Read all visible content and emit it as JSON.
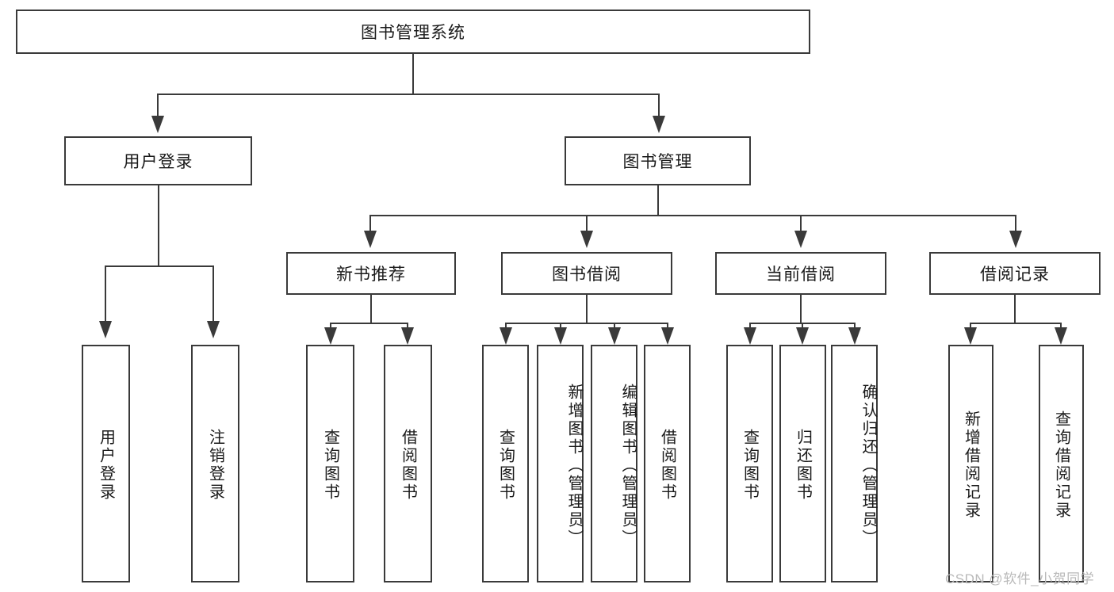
{
  "diagram": {
    "type": "tree-hierarchy",
    "title": "图书管理系统",
    "root": {
      "label": "图书管理系统"
    },
    "level1": [
      {
        "label": "用户登录"
      },
      {
        "label": "图书管理"
      }
    ],
    "level2": [
      {
        "label": "新书推荐"
      },
      {
        "label": "图书借阅"
      },
      {
        "label": "当前借阅"
      },
      {
        "label": "借阅记录"
      }
    ],
    "leaves": {
      "user_login": [
        {
          "label": "用户登录"
        },
        {
          "label": "注销登录"
        }
      ],
      "new_book_recommend": [
        {
          "label": "查询图书"
        },
        {
          "label": "借阅图书"
        }
      ],
      "book_borrow": [
        {
          "label": "查询图书"
        },
        {
          "label": "新增图书（管理员）"
        },
        {
          "label": "编辑图书（管理员）"
        },
        {
          "label": "借阅图书"
        }
      ],
      "current_borrow": [
        {
          "label": "查询图书"
        },
        {
          "label": "归还图书"
        },
        {
          "label": "确认归还（管理员）"
        }
      ],
      "borrow_record": [
        {
          "label": "新增借阅记录"
        },
        {
          "label": "查询借阅记录"
        }
      ]
    }
  },
  "watermark": {
    "text": "CSDN @软件_小贺同学"
  },
  "colors": {
    "stroke": "#3a3a3a",
    "text": "#1a1a1a",
    "background": "#ffffff",
    "watermark": "#b9b9b9"
  }
}
